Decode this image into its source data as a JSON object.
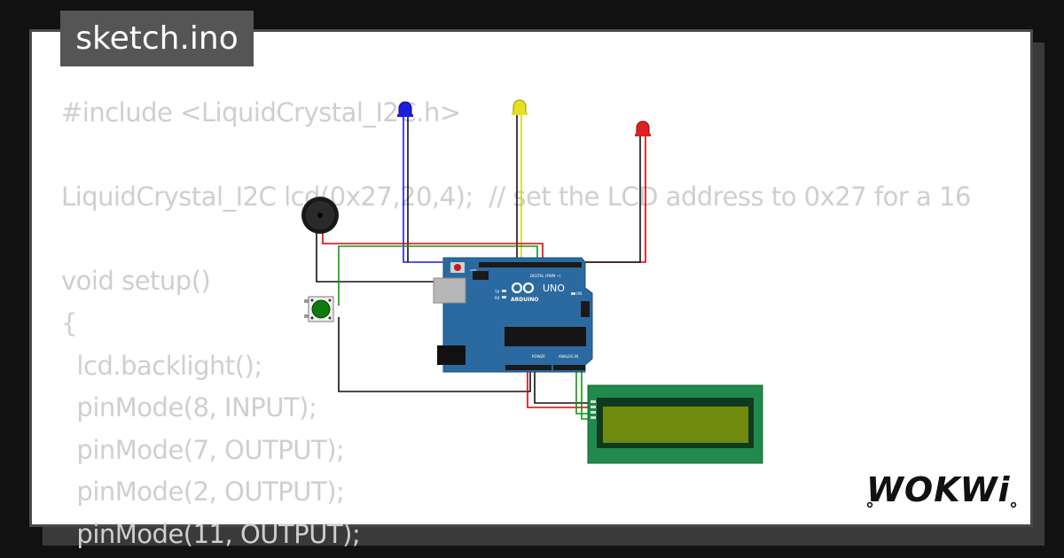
{
  "title": "sketch.ino",
  "code_lines": [
    "#include <LiquidCrystal_I2C.h>",
    "",
    "LiquidCrystal_I2C lcd(0x27,20,4);  // set the LCD address to 0x27 for a 16",
    "",
    "void setup()",
    "{",
    "  lcd.backlight();",
    "  pinMode(8, INPUT);",
    "  pinMode(7, OUTPUT);",
    "  pinMode(2, OUTPUT);",
    "  pinMode(11, OUTPUT);"
  ],
  "board": {
    "model": "UNO",
    "brand": "ARDUINO",
    "digital_label": "DIGITAL (PWM ~)",
    "analog_label": "ANALOG IN",
    "power_label": "POWER",
    "tx_label": "TX",
    "rx_label": "RX",
    "on_label": "ON",
    "aref_label": "AREF"
  },
  "logo_text": "WOKWi",
  "colors": {
    "background": "#111111",
    "card": "#ffffff",
    "code_text": "#cfcfcf",
    "title_tab": "#555555",
    "arduino_board": "#2b6aa0",
    "lcd_pcb": "#1f8a4c",
    "lcd_screen": "#6f8a0f",
    "wire_red": "#e00000",
    "wire_black": "#111111",
    "wire_blue": "#1d1ddd",
    "wire_yellow": "#e0d000",
    "wire_green": "#0a9a0a"
  },
  "components": {
    "leds": [
      "blue",
      "yellow",
      "red"
    ],
    "buzzer": "buzzer-icon",
    "pushbutton": "green-button-icon",
    "lcd": "lcd-16x2-i2c"
  }
}
